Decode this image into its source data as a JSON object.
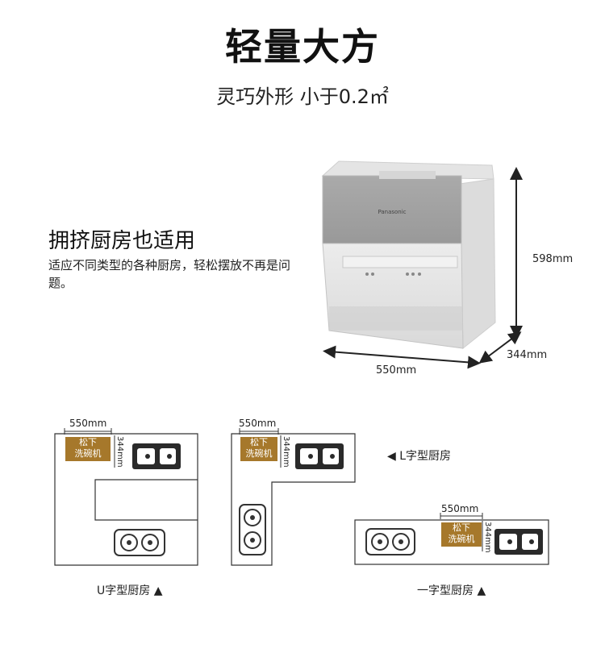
{
  "header": {
    "title": "轻量大方",
    "subtitle": "灵巧外形 小于0.2㎡"
  },
  "feature": {
    "heading": "拥挤厨房也适用",
    "description": "适应不同类型的各种厨房，轻松摆放不再是问题。"
  },
  "product": {
    "brand": "Panasonic",
    "height": "598mm",
    "depth": "344mm",
    "width": "550mm"
  },
  "layouts": {
    "u": {
      "label": "U字型厨房 ▲",
      "width": "550mm",
      "depth": "344mm",
      "dishwasher_line1": "松下",
      "dishwasher_line2": "洗碗机"
    },
    "l": {
      "label": "◀  L字型厨房",
      "width": "550mm",
      "depth": "344mm",
      "dishwasher_line1": "松下",
      "dishwasher_line2": "洗碗机"
    },
    "i": {
      "label": "一字型厨房 ▲",
      "width": "550mm",
      "depth": "344mm",
      "dishwasher_line1": "松下",
      "dishwasher_line2": "洗碗机"
    }
  },
  "colors": {
    "dishwasher_box": "#a6782b",
    "outline": "#333333",
    "arrow": "#222222"
  }
}
